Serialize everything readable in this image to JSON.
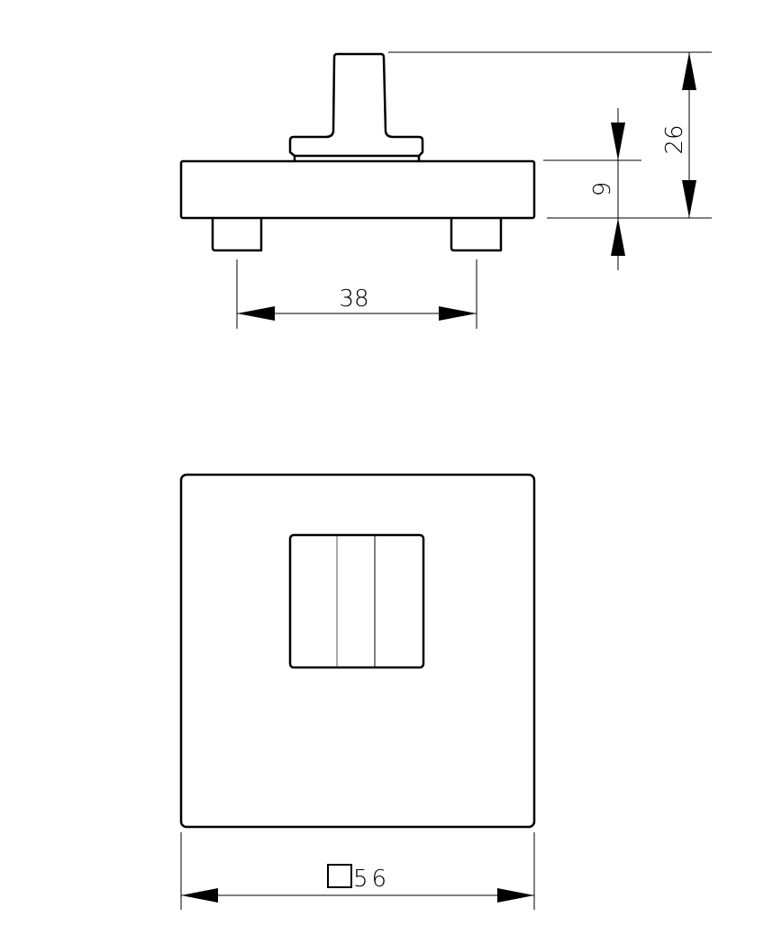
{
  "drawing": {
    "side_view": {
      "dim_foot_spacing": "38",
      "dim_base_thickness": "9",
      "dim_total_height": "26"
    },
    "top_view": {
      "dim_square_symbol": "□",
      "dim_width": "56"
    }
  }
}
